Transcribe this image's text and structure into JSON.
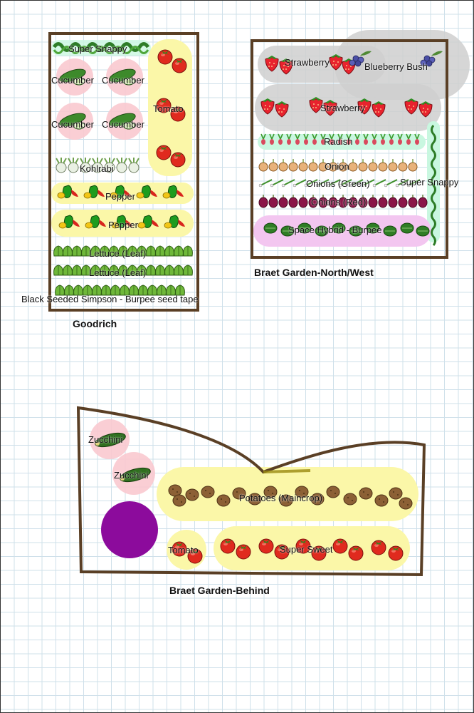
{
  "gardens": {
    "goodrich": {
      "title": "Goodrich",
      "labels": {
        "super_snappy": "Super Snappy",
        "cucumber_1": "Cucumber",
        "cucumber_2": "Cucumber",
        "cucumber_3": "Cucumber",
        "cucumber_4": "Cucumber",
        "tomato": "Tomato",
        "kohlrabi": "Kohlrabi",
        "pepper_1": "Pepper",
        "pepper_2": "Pepper",
        "lettuce_1": "Lettuce (Leaf)",
        "lettuce_2": "Lettuce (Leaf)",
        "black_seeded": "Black Seeded Simpson - Burpee seed tape"
      }
    },
    "north_west": {
      "title": "Braet Garden-North/West",
      "labels": {
        "strawberry_1": "Strawberry",
        "blueberry": "Blueberry Bush",
        "strawberry_2": "Strawberry",
        "radish": "Radish",
        "onion": "Onion",
        "onions_green": "Onions (Green)",
        "super_snappy": "Super Snappy",
        "onions_red": "Onions (Red)",
        "space_hybrid": "Space Hybrid - Burpee"
      }
    },
    "behind": {
      "title": "Braet Garden-Behind",
      "labels": {
        "zucchini_1": "Zucchini",
        "zucchini_2": "Zucchini",
        "potatoes": "Potatoes (Maincrop)",
        "tomato": "Tomato",
        "super_sweet": "Super Sweet"
      }
    }
  },
  "colors": {
    "border": "#5a3f25",
    "yellow_zone": "#fbf7a8",
    "pink_zone": "#f9c9cf",
    "gray_zone": "#cfcfcf",
    "mint_zone": "#c9f7e0",
    "lavender_zone": "#f3c6f0",
    "purple_circle": "#8c0b9c"
  }
}
